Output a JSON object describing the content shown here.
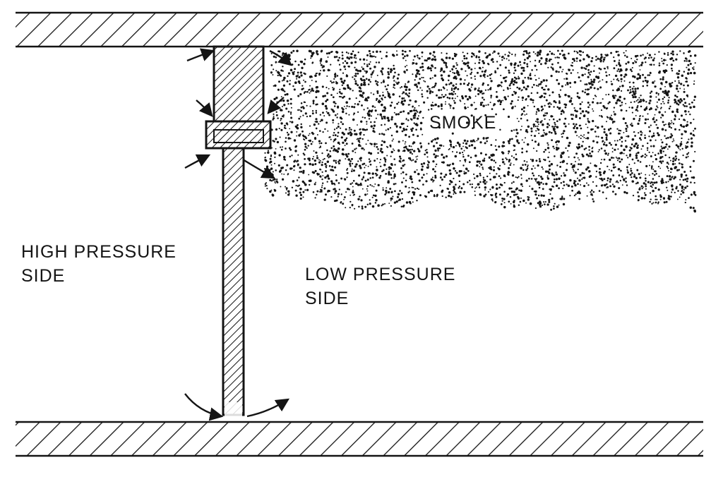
{
  "labels": {
    "high_pressure": {
      "line1": "HIGH PRESSURE",
      "line2": "SIDE"
    },
    "low_pressure": {
      "line1": "LOW PRESSURE",
      "line2": "SIDE"
    },
    "smoke": "SMOKE"
  },
  "colors": {
    "ink": "#141414",
    "paper": "#ffffff"
  }
}
